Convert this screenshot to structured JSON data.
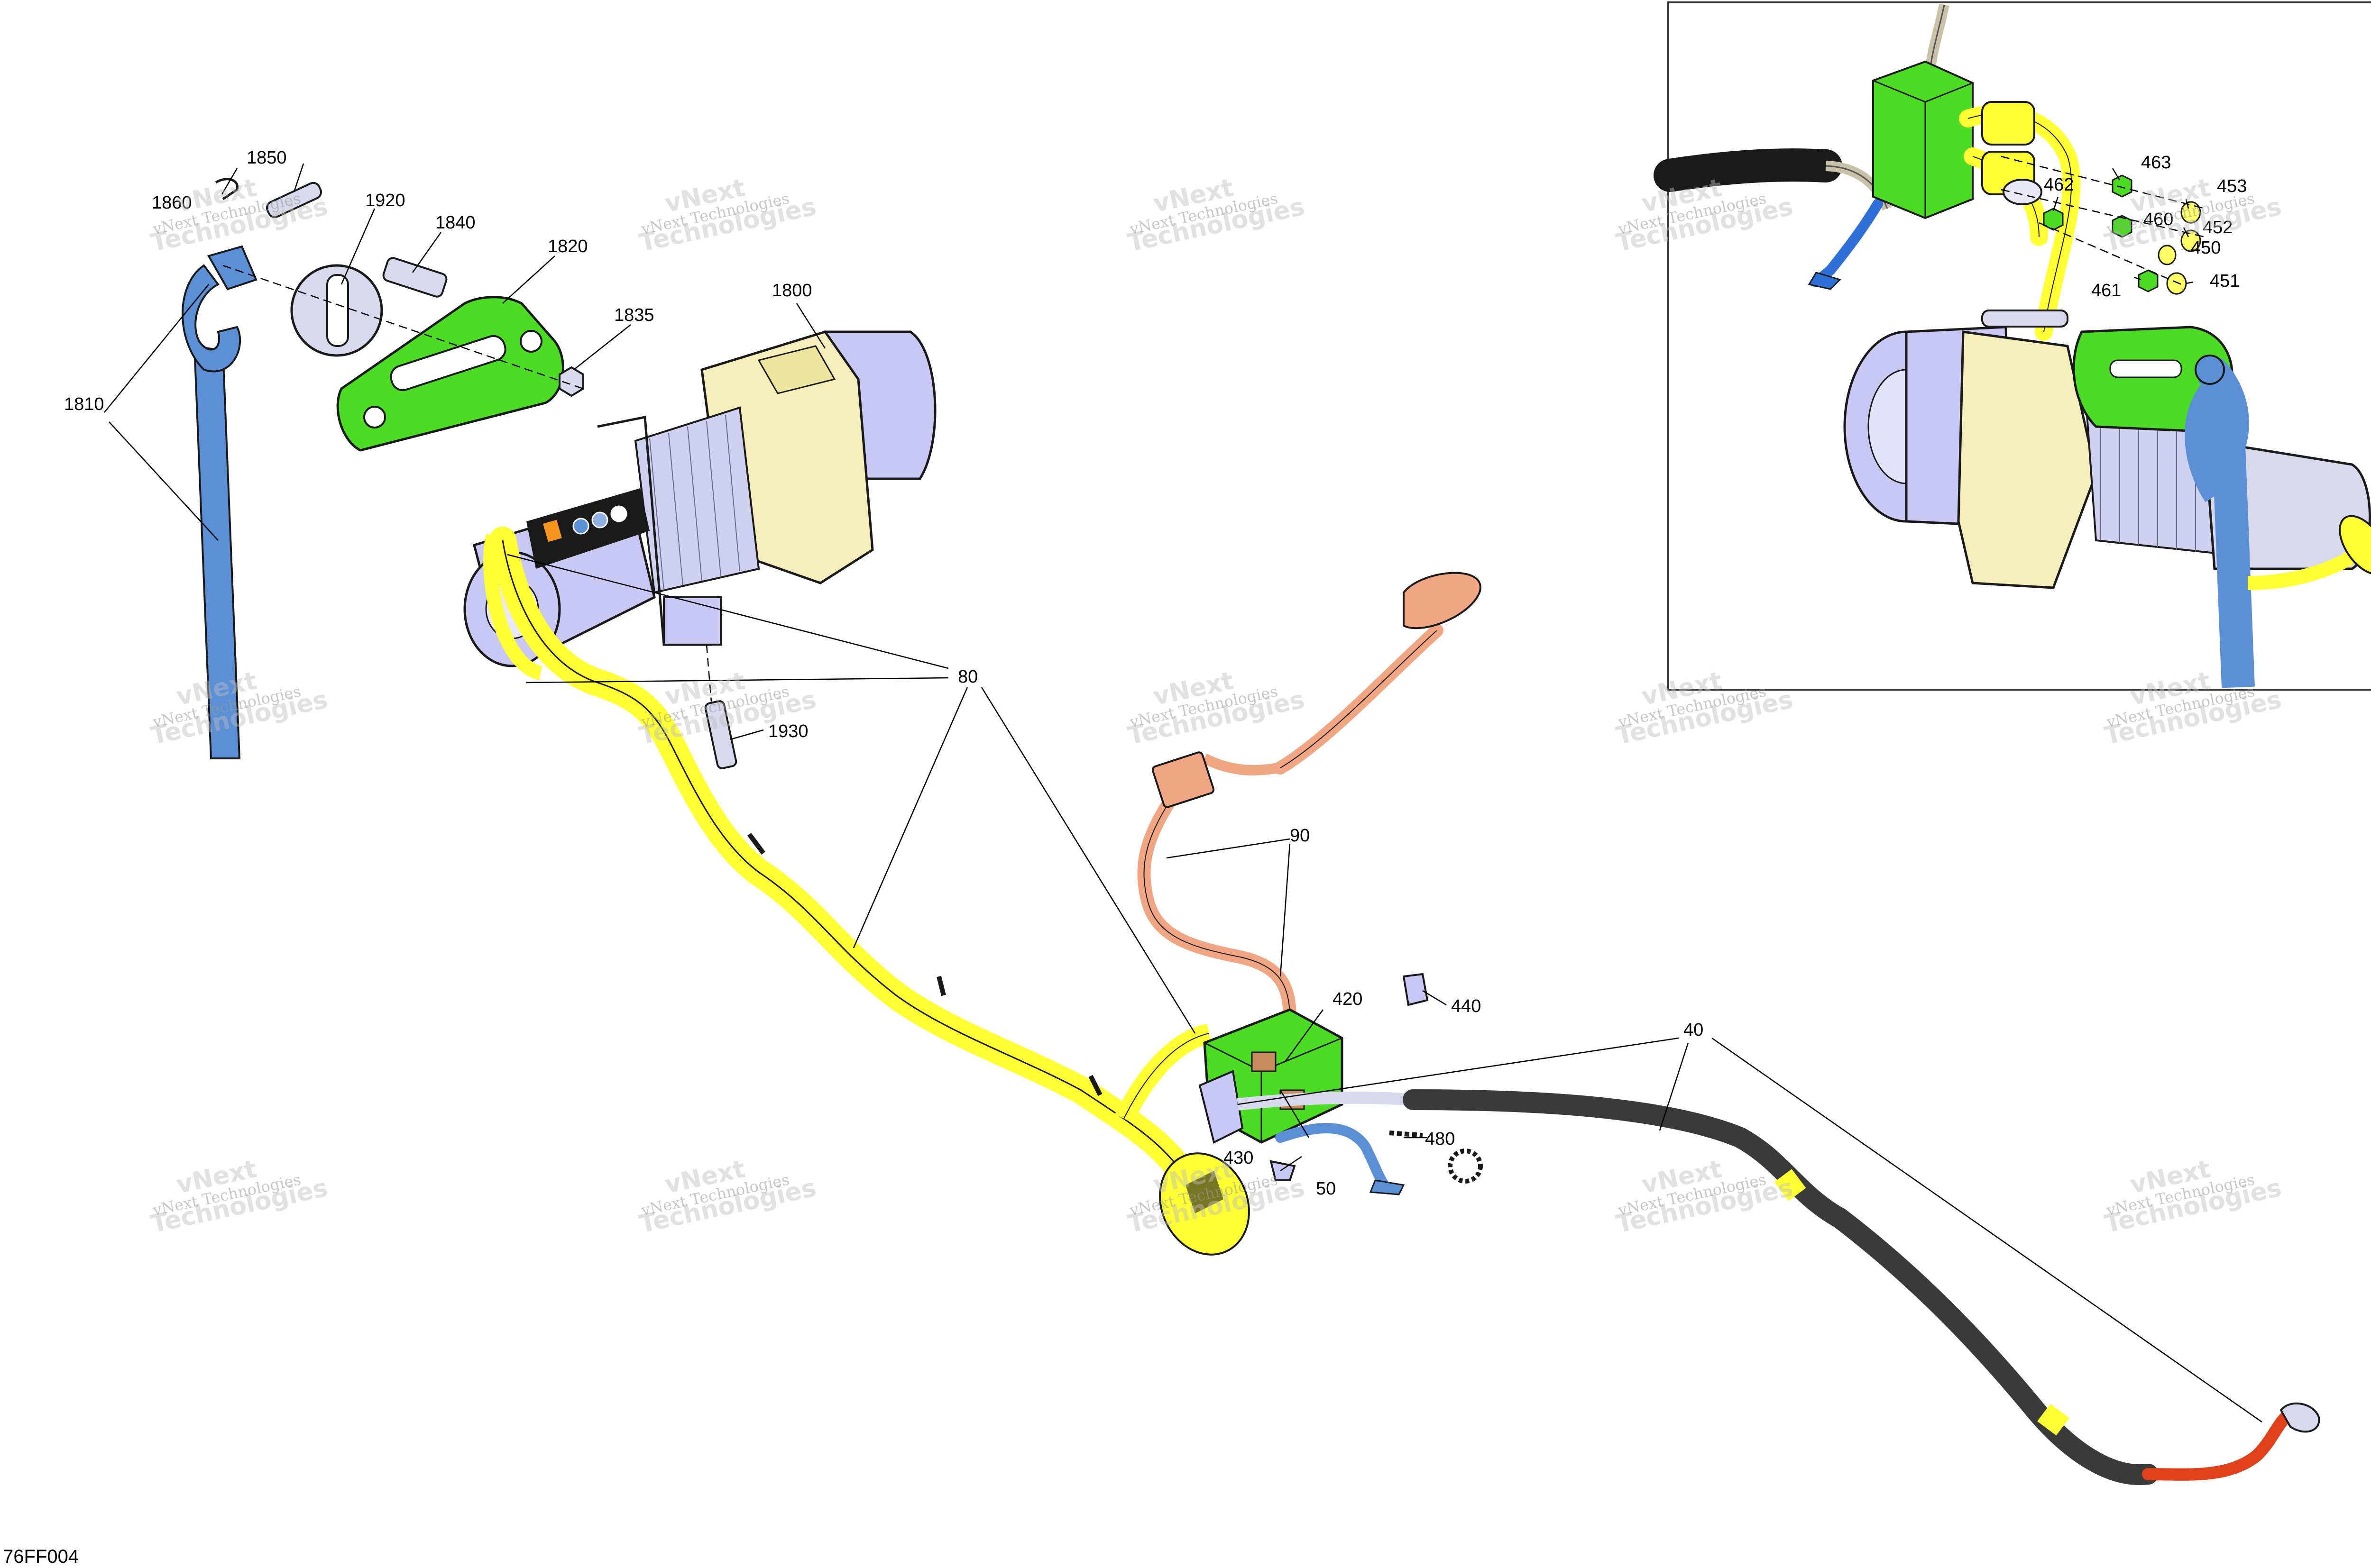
{
  "document": {
    "code": "76FF004"
  },
  "watermark": {
    "line1": "vNext Technologies",
    "line2": "vNext",
    "line3": "Technologies"
  },
  "callouts": {
    "c1850": "1850",
    "c1860": "1860",
    "c1920": "1920",
    "c1840": "1840",
    "c1820": "1820",
    "c1835": "1835",
    "c1800": "1800",
    "c1810": "1810",
    "c80": "80",
    "c1930": "1930",
    "c90": "90",
    "c420": "420",
    "c440": "440",
    "c40": "40",
    "c430": "430",
    "c480": "480",
    "c50": "50"
  },
  "inset_callouts": {
    "c463": "463",
    "c462": "462",
    "c453": "453",
    "c460": "460",
    "c452": "452",
    "c450": "450",
    "c461": "461",
    "c451": "451"
  },
  "colors": {
    "cable_yellow": "#ffff33",
    "hardware_green": "#4cdc24",
    "strap_blue": "#5b8fd6",
    "cable_blue": "#2f6fd8",
    "winch_lavender": "#c9c8f4",
    "winch_cream": "#f5eebc",
    "harness_copper": "#f0a682",
    "battery_cable_black": "#3a3a3a",
    "terminal_red": "#e0401a",
    "metal_grey": "#d9d9ee"
  }
}
